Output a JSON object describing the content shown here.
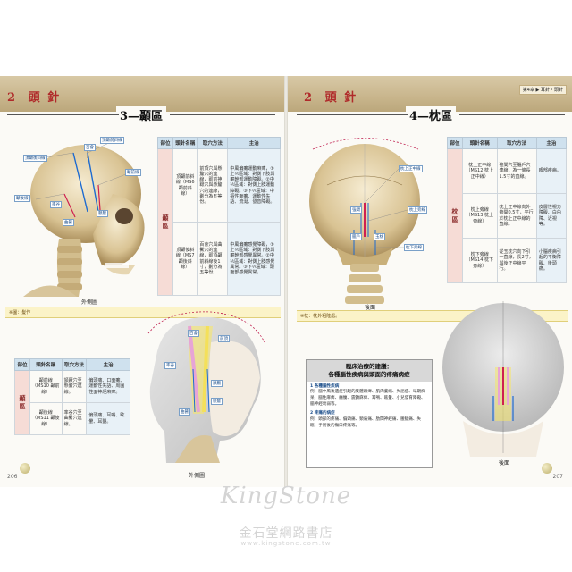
{
  "left": {
    "chapter_num": "2",
    "chapter_title": "頭 針",
    "section_title": "3—顳區",
    "page_number": "206",
    "figure1_caption": "外側圖",
    "figure1_labels": {
      "top_right": "頂顳前斜線",
      "left_top": "頂顳後斜線",
      "left_mid": "顳後線",
      "right_mid": "顳前線",
      "baihui": "百會",
      "xuanli": "懸釐",
      "qubin": "曲鬢",
      "shuaigu": "率谷"
    },
    "note_small": "※圖：髮作",
    "table1": {
      "headers": [
        "部位",
        "頭針名稱",
        "取穴方法",
        "主治"
      ],
      "category": "顳區",
      "rows": [
        {
          "name": "頂顳前斜線（MS6 顳前斜線）",
          "method": "前頂穴與懸釐穴的連線，即前神聰穴與懸釐穴的連線，劃分為五等份。",
          "treat": "中風偏癱運動麻痺，①上⅕區域：對側下肢與軀幹部運動障礙。②中⅖區域：對側上肢運動障礙。③下⅖區域：中樞性面癱、運動性失語、流涎、發音障礙。"
        },
        {
          "name": "頂顳後斜線（MS7 顳後斜線）",
          "method": "百會穴與曲鬢穴的連線，即頂顳前斜線後1寸，劃分為五等份。",
          "treat": "中風偏癱感覺障礙，①上⅕區域：對側下肢與軀幹部感覺異常。②中⅖區域：對側上肢感覺異常。③下⅖區域：頭面部感覺異常。"
        }
      ]
    },
    "table2": {
      "headers": [
        "部位",
        "頭針名稱",
        "取穴方法",
        "主治"
      ],
      "category": "顳區",
      "rows": [
        {
          "name": "顳前線（MS10 顳前線）",
          "method": "頷厭穴至懸釐穴連線。",
          "treat": "偏頭痛、口面癱、運動性失語、周圍性面神經麻痺。"
        },
        {
          "name": "顳後線（MS11 顳後線）",
          "method": "率谷穴至曲鬢穴連線。",
          "treat": "偏頭痛、耳鳴、眩暈、耳聾。"
        }
      ]
    },
    "figure2_caption": "外側圖",
    "figure2_labels": {
      "baihui": "百會",
      "qianding": "前頂",
      "shuaigu": "率谷",
      "qubin": "曲鬢",
      "hanyan": "頷厭",
      "xuanli": "懸釐"
    }
  },
  "right": {
    "chapter_num": "2",
    "chapter_title": "頭 針",
    "section_title": "4—枕區",
    "page_number": "207",
    "header_tag": "第4章 ▶ 耳針・頭針",
    "figure1_caption": "後面",
    "figure1_labels": {
      "top": "枕上正中線",
      "right_upper": "枕上旁線",
      "right_lower": "枕下旁線",
      "qiangjian": "強間",
      "naohu": "腦戶",
      "yuzhen": "玉枕"
    },
    "note_small": "※枕：枕外粗隆處。",
    "table": {
      "headers": [
        "部位",
        "頭針名稱",
        "取穴方法",
        "主治"
      ],
      "category": "枕區",
      "rows": [
        {
          "name": "枕上正中線（MS12 枕上正中線）",
          "method": "強間穴至腦戶穴連線，為一條長1.5寸的直線。",
          "treat": "眼部疾病。"
        },
        {
          "name": "枕上旁線（MS13 枕上旁線）",
          "method": "枕上正中線向外旁開0.5寸，平行於枕上正中線的直線。",
          "treat": "皮層性視力障礙、白內障、近視等。"
        },
        {
          "name": "枕下旁線（MS14 枕下旁線）",
          "method": "從玉枕穴向下引一直線，長2寸，與後正中線平行。",
          "treat": "小腦疾病引起的平衡障礙、後頭痛。"
        }
      ]
    },
    "box": {
      "title_line1": "臨床治療的建議：",
      "title_line2": "各種腦性疾病與頭面的疼痛病症",
      "section1_head": "1 各種腦性疾病",
      "section1_body": "例：腦中風後遺症引起的肢體麻痺、肌肉萎縮、失語症、早期痴呆、腦性麻痺、癲癇、震顫麻痺、耳鳴、眩暈、小兒發育障礙、腦神經衰弱等。",
      "section2_head": "2 疼痛的病症",
      "section2_body": "例：頭部的疼痛、偏頭痛、頸肩痛、肋間神經痛、腰腿痛、失眠、手術後的傷口疼痛等。"
    },
    "figure2_caption": "後面"
  },
  "watermark": {
    "brand": "KingStone",
    "cn": "金石堂網路書店",
    "url": "www.kingstone.com.tw"
  }
}
